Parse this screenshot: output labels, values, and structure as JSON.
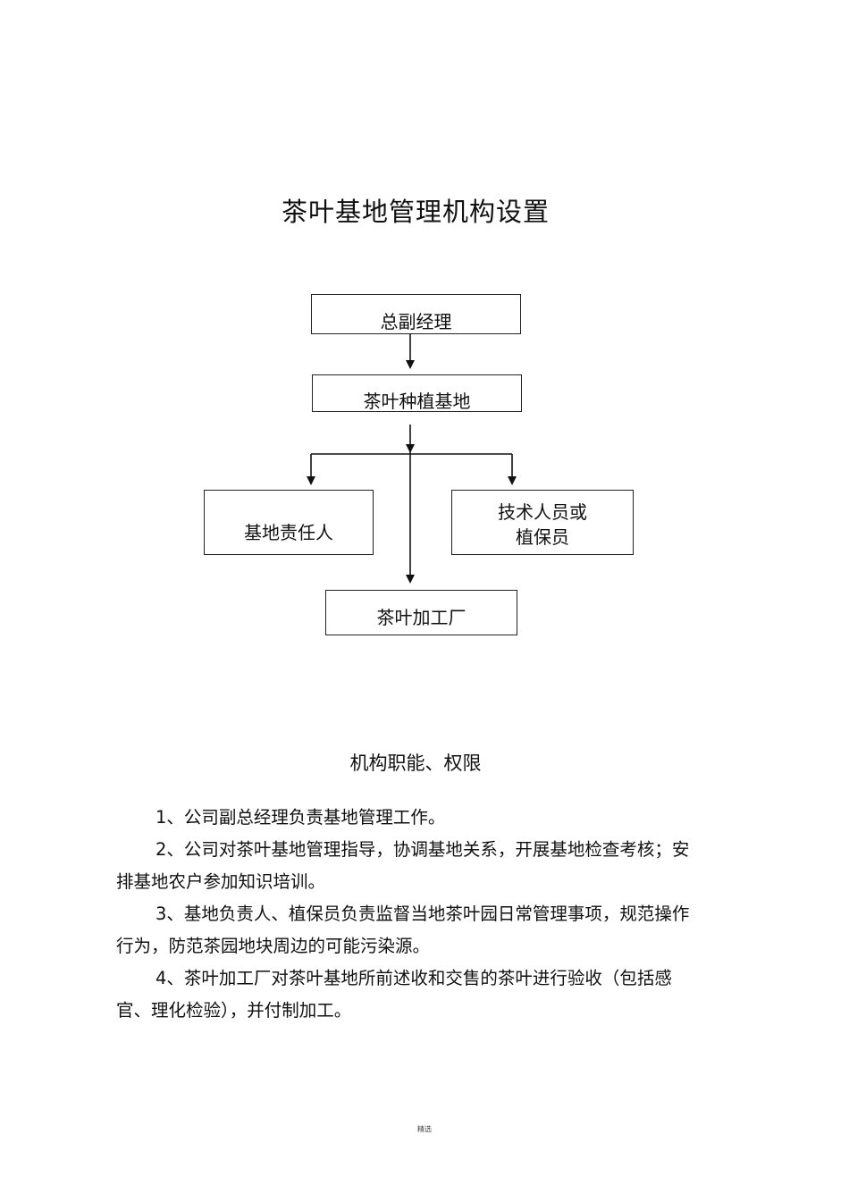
{
  "document": {
    "title": "茶叶基地管理机构设置",
    "footer": "精选"
  },
  "org_chart": {
    "top": "总副经理",
    "base": "茶叶种植基地",
    "left_branch": "基地责任人",
    "right_branch_line1": "技术人员或",
    "right_branch_line2": "植保员",
    "bottom": "茶叶加工厂"
  },
  "section": {
    "title": "机构职能、权限",
    "items": [
      "1、公司副总经理负责基地管理工作。",
      "2、公司对茶叶基地管理指导，协调基地关系，开展基地检查考核；安排基地农户参加知识培训。",
      "3、基地负责人、植保员负责监督当地茶叶园日常管理事项，规范操作行为，防范茶园地块周边的可能污染源。",
      "4、茶叶加工厂对茶叶基地所前述收和交售的茶叶进行验收（包括感官、理化检验），并付制加工。"
    ]
  }
}
